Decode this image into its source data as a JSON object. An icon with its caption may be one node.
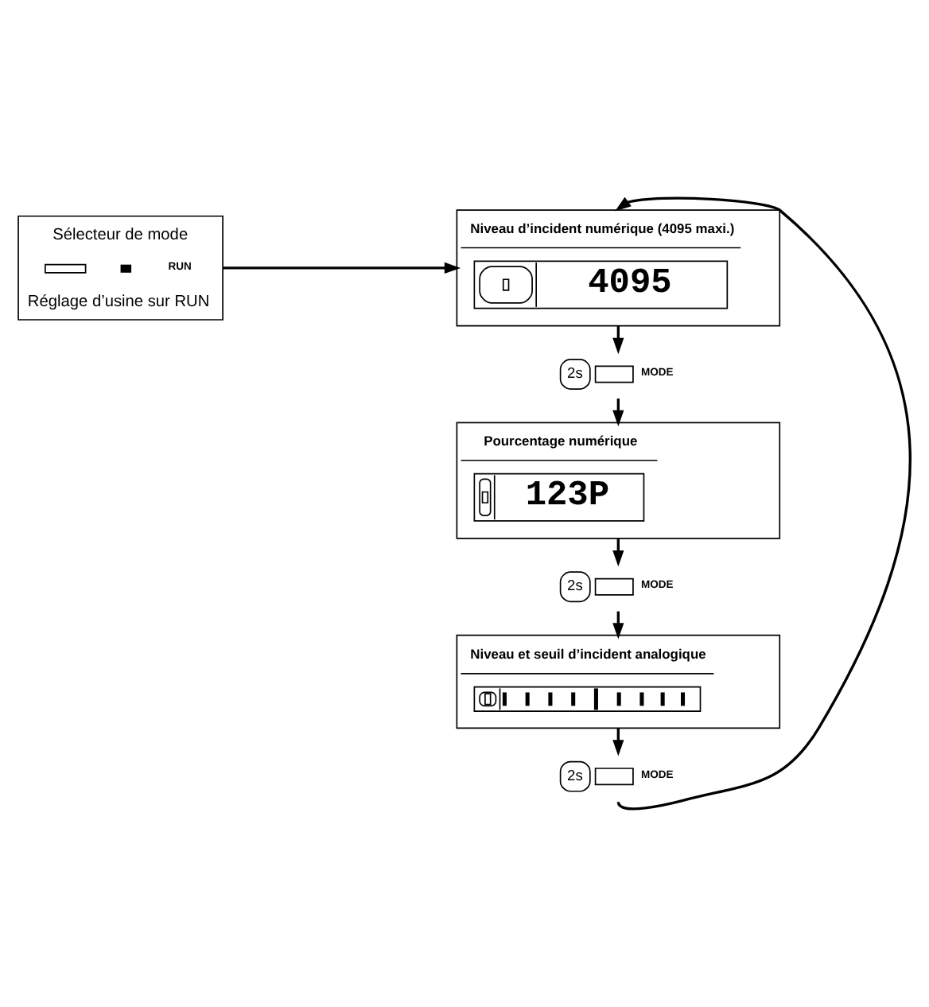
{
  "diagram": {
    "nodes": [
      {
        "text": [
          "Sélecteur de mode",
          "RUN",
          "Réglage d’usine sur RUN"
        ]
      },
      {
        "text": [
          "Niveau d’incident numérique (4095 maxi.)",
          "4095"
        ]
      },
      {
        "text": [
          "2s",
          "MODE"
        ]
      },
      {
        "text": [
          "Pourcentage numérique",
          "123P"
        ]
      },
      {
        "text": [
          "2s",
          "MODE"
        ]
      },
      {
        "text": [
          "Niveau et seuil d’incident analogique"
        ]
      },
      {
        "text": [
          "2s",
          "MODE"
        ]
      }
    ],
    "edges": [
      {
        "from": 0,
        "to": 1,
        "arrow": "to"
      },
      {
        "from": 1,
        "to": 2,
        "arrow": "to"
      },
      {
        "from": 2,
        "to": 3,
        "arrow": "to"
      },
      {
        "from": 3,
        "to": 4,
        "arrow": "to"
      },
      {
        "from": 4,
        "to": 5,
        "arrow": "to"
      },
      {
        "from": 5,
        "to": 6,
        "arrow": "to"
      },
      {
        "from": 6,
        "to": 1,
        "arrow": "to"
      }
    ]
  }
}
